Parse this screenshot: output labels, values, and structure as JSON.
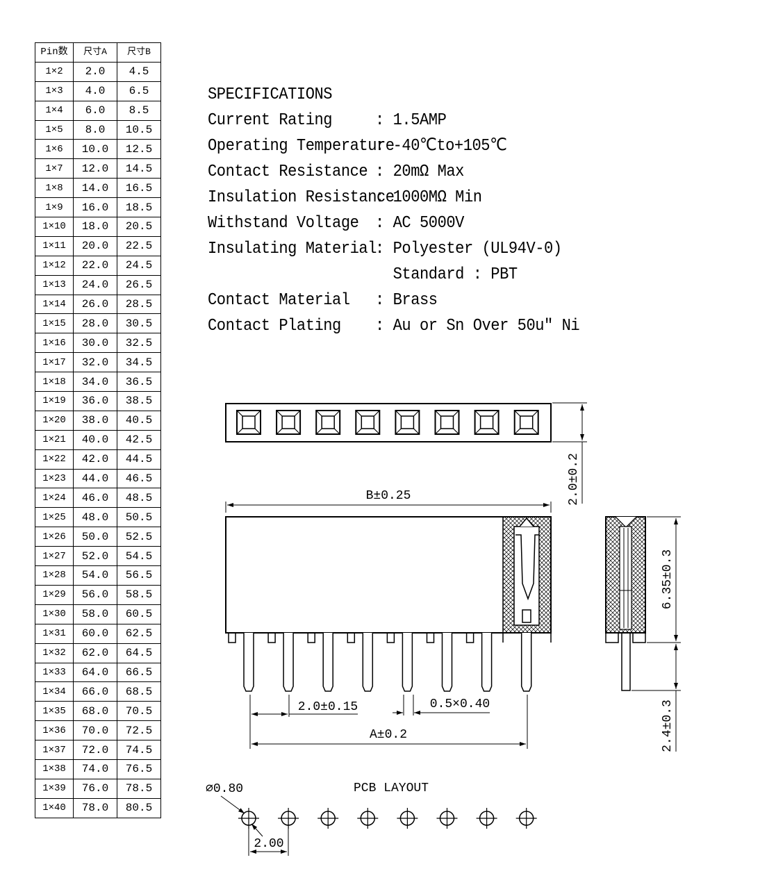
{
  "table": {
    "headers": [
      "Pin数",
      "尺寸A",
      "尺寸B"
    ],
    "rows": [
      [
        "1×2",
        "2.0",
        "4.5"
      ],
      [
        "1×3",
        "4.0",
        "6.5"
      ],
      [
        "1×4",
        "6.0",
        "8.5"
      ],
      [
        "1×5",
        "8.0",
        "10.5"
      ],
      [
        "1×6",
        "10.0",
        "12.5"
      ],
      [
        "1×7",
        "12.0",
        "14.5"
      ],
      [
        "1×8",
        "14.0",
        "16.5"
      ],
      [
        "1×9",
        "16.0",
        "18.5"
      ],
      [
        "1×10",
        "18.0",
        "20.5"
      ],
      [
        "1×11",
        "20.0",
        "22.5"
      ],
      [
        "1×12",
        "22.0",
        "24.5"
      ],
      [
        "1×13",
        "24.0",
        "26.5"
      ],
      [
        "1×14",
        "26.0",
        "28.5"
      ],
      [
        "1×15",
        "28.0",
        "30.5"
      ],
      [
        "1×16",
        "30.0",
        "32.5"
      ],
      [
        "1×17",
        "32.0",
        "34.5"
      ],
      [
        "1×18",
        "34.0",
        "36.5"
      ],
      [
        "1×19",
        "36.0",
        "38.5"
      ],
      [
        "1×20",
        "38.0",
        "40.5"
      ],
      [
        "1×21",
        "40.0",
        "42.5"
      ],
      [
        "1×22",
        "42.0",
        "44.5"
      ],
      [
        "1×23",
        "44.0",
        "46.5"
      ],
      [
        "1×24",
        "46.0",
        "48.5"
      ],
      [
        "1×25",
        "48.0",
        "50.5"
      ],
      [
        "1×26",
        "50.0",
        "52.5"
      ],
      [
        "1×27",
        "52.0",
        "54.5"
      ],
      [
        "1×28",
        "54.0",
        "56.5"
      ],
      [
        "1×29",
        "56.0",
        "58.5"
      ],
      [
        "1×30",
        "58.0",
        "60.5"
      ],
      [
        "1×31",
        "60.0",
        "62.5"
      ],
      [
        "1×32",
        "62.0",
        "64.5"
      ],
      [
        "1×33",
        "64.0",
        "66.5"
      ],
      [
        "1×34",
        "66.0",
        "68.5"
      ],
      [
        "1×35",
        "68.0",
        "70.5"
      ],
      [
        "1×36",
        "70.0",
        "72.5"
      ],
      [
        "1×37",
        "72.0",
        "74.5"
      ],
      [
        "1×38",
        "74.0",
        "76.5"
      ],
      [
        "1×39",
        "76.0",
        "78.5"
      ],
      [
        "1×40",
        "78.0",
        "80.5"
      ]
    ]
  },
  "specs": {
    "title": "SPECIFICATIONS",
    "rows": [
      {
        "label": "Current Rating",
        "value": ": 1.5AMP"
      },
      {
        "label": "Operating Temperature",
        "value": ": -40℃to+105℃"
      },
      {
        "label": "Contact Resistance",
        "value": ": 20mΩ Max"
      },
      {
        "label": "Insulation Resistance",
        "value": ": 1000MΩ Min"
      },
      {
        "label": "Withstand Voltage",
        "value": ": AC 5000V"
      },
      {
        "label": "Insulating Material",
        "value": ": Polyester (UL94V-0)"
      },
      {
        "label": "",
        "value": "  Standard : PBT"
      },
      {
        "label": "Contact Material",
        "value": ": Brass"
      },
      {
        "label": "Contact Plating",
        "value": ": Au or Sn Over 50u″ Ni"
      }
    ]
  },
  "dimensions": {
    "top_height": "2.0±0.2",
    "width_b": "B±0.25",
    "side_height": "6.35±0.3",
    "pin_length": "2.4±0.3",
    "pitch": "2.0±0.15",
    "pin_size": "0.5×0.40",
    "width_a": "A±0.2"
  },
  "pcb": {
    "title": "PCB LAYOUT",
    "hole": "⌀0.80",
    "pitch": "2.00",
    "hole_count": 8
  }
}
